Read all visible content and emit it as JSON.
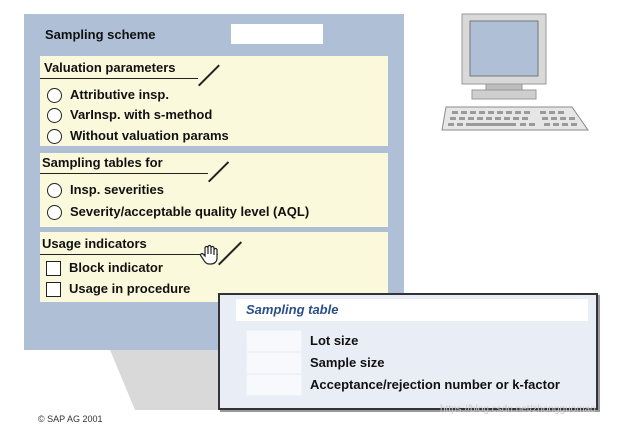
{
  "screen": {
    "title": "Sampling scheme",
    "title_value": ""
  },
  "valuation": {
    "title": "Valuation parameters",
    "options": [
      "Attributive insp.",
      "VarInsp. with s-method",
      "Without valuation params"
    ]
  },
  "tables_for": {
    "title": "Sampling tables for",
    "options": [
      "Insp. severities",
      "Severity/acceptable quality level (AQL)"
    ]
  },
  "usage": {
    "title": "Usage indicators",
    "checks": [
      "Block indicator",
      "Usage in procedure"
    ]
  },
  "popup": {
    "title": "Sampling table",
    "rows": [
      "Lot size",
      "Sample size",
      "Acceptance/rejection number or k-factor"
    ]
  },
  "footer": {
    "copyright": "© SAP AG 2001",
    "watermark": "https://blog.csdn.net/zhongguomao"
  },
  "colors": {
    "screen_bg": "#aebfd6",
    "group_bg": "#fbf9dc",
    "popup_title": "#2b4f8a"
  },
  "icons": [
    "computer-icon",
    "hand-cursor-icon"
  ]
}
